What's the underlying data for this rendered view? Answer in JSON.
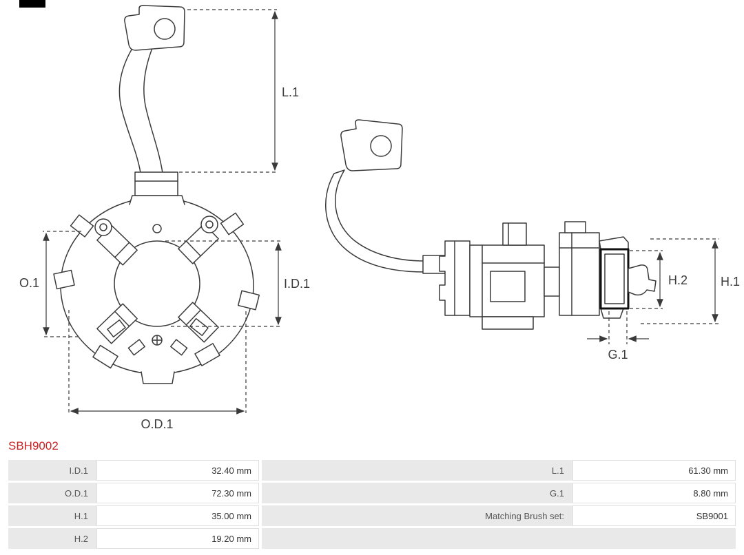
{
  "part_number": "SBH9002",
  "dimension_labels": {
    "l1": "L.1",
    "o1": "O.1",
    "id1": "I.D.1",
    "od1": "O.D.1",
    "h1": "H.1",
    "h2": "H.2",
    "g1": "G.1"
  },
  "colors": {
    "part_number_red": "#cc2222",
    "table_label_bg": "#e9e9e9",
    "table_border": "#e0e0e0",
    "drawing_line": "#3a3a3a"
  },
  "spec_table": {
    "rows": [
      {
        "label_left": "I.D.1",
        "value_left": "32.40 mm",
        "label_right": "L.1",
        "value_right": "61.30 mm"
      },
      {
        "label_left": "O.D.1",
        "value_left": "72.30 mm",
        "label_right": "G.1",
        "value_right": "8.80 mm"
      },
      {
        "label_left": "H.1",
        "value_left": "35.00 mm",
        "label_right": "Matching Brush set:",
        "value_right": "SB9001"
      },
      {
        "label_left": "H.2",
        "value_left": "19.20 mm",
        "label_right": "",
        "value_right": ""
      }
    ]
  }
}
